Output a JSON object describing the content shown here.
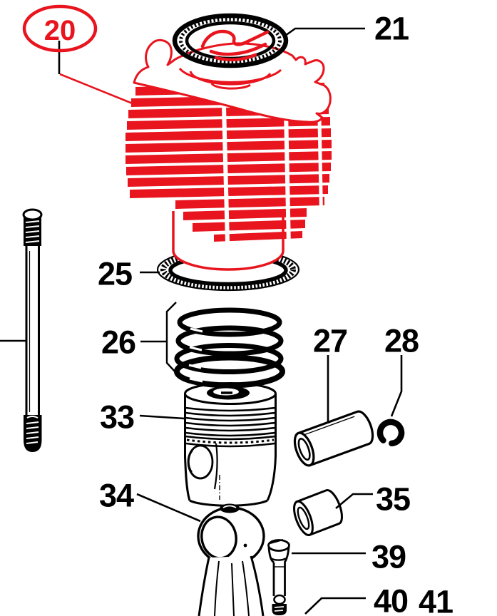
{
  "figure": {
    "background": "#ffffff",
    "line_color": "#000000",
    "highlight_color": "#e8141e",
    "highlighted_callout": "20"
  },
  "callouts": {
    "c20": "20",
    "c21": "21",
    "c25": "25",
    "c26": "26",
    "c27": "27",
    "c28": "28",
    "c33": "33",
    "c34": "34",
    "c35": "35",
    "c39": "39",
    "c40": "40",
    "c41": "41"
  }
}
